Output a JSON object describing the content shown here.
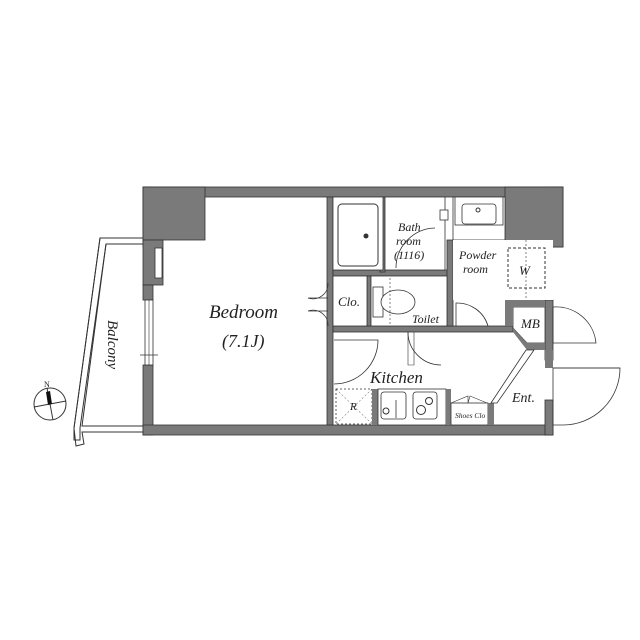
{
  "floor_plan": {
    "colors": {
      "wall": "#7a7a7a",
      "line": "#333333",
      "background": "#ffffff"
    },
    "rooms": {
      "bedroom": {
        "name": "Bedroom",
        "size": "(7.1J)"
      },
      "bathroom": {
        "name_line1": "Bath",
        "name_line2": "room",
        "size": "(1116)"
      },
      "powder_room": {
        "name_line1": "Powder",
        "name_line2": "room"
      },
      "closet": {
        "name": "Clo."
      },
      "toilet": {
        "name": "Toilet"
      },
      "kitchen": {
        "name": "Kitchen"
      },
      "meter_box": {
        "name": "MB"
      },
      "entrance": {
        "name": "Ent."
      },
      "shoes_closet": {
        "name": "Shoes Clo"
      },
      "balcony": {
        "name": "Balcony"
      }
    },
    "fixtures": {
      "refrigerator": "R",
      "washer": "W"
    },
    "compass": {
      "label": "N"
    }
  }
}
